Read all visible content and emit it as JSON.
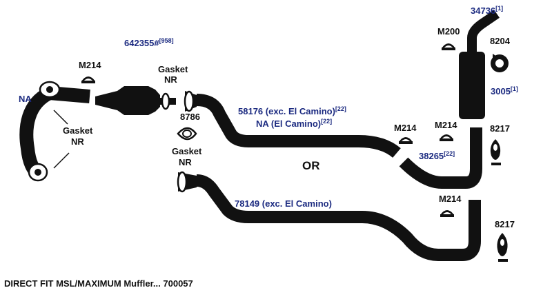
{
  "colors": {
    "part_label": "#1b2a80",
    "pipe": "#111111",
    "text": "#111111"
  },
  "labels": {
    "na": "NA",
    "gasket_left_1": "Gasket",
    "gasket_left_2": "NR",
    "m214_a": "M214",
    "cat_part": "642355#",
    "cat_sup": "[958]",
    "gasket_top_1": "Gasket",
    "gasket_top_2": "NR",
    "p8786": "8786",
    "gasket_low_1": "Gasket",
    "gasket_low_2": "NR",
    "pipe_58176": "58176 (exc. El Camino)",
    "pipe_58176_sup": "[22]",
    "pipe_na_camino": "NA (El Camino)",
    "pipe_na_camino_sup": "[22]",
    "or": "OR",
    "pipe_78149": "78149 (exc. El Camino)",
    "m214_b": "M214",
    "m214_c": "M214",
    "p38265": "38265",
    "p38265_sup": "[22]",
    "m200": "M200",
    "p34736": "34736",
    "p34736_sup": "[1]",
    "p8204": "8204",
    "p3005": "3005",
    "p3005_sup": "[1]",
    "p8217_a": "8217",
    "m214_d": "M214",
    "p8217_b": "8217"
  },
  "caption": "DIRECT FIT MSL/MAXIMUM Muffler... 700057"
}
